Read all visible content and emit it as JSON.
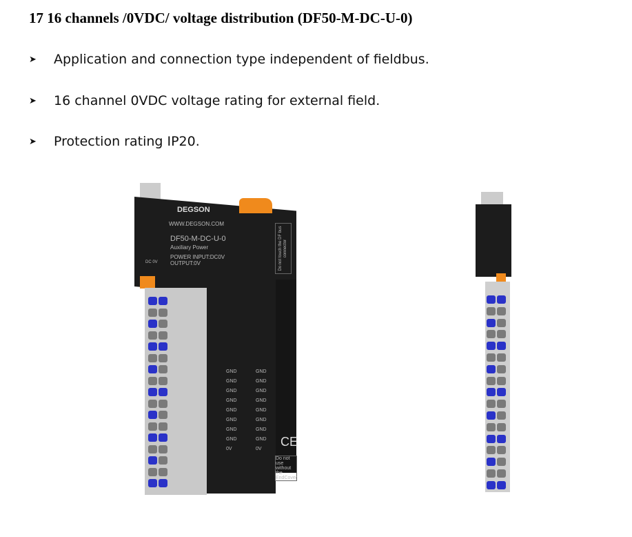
{
  "title": "17 16 channels /0VDC/ voltage distribution (DF50-M-DC-U-0)",
  "bullets": [
    "Application and connection type independent of fieldbus.",
    "16 channel 0VDC voltage rating for external field.",
    "Protection rating IP20."
  ],
  "bullet_icon": "arrowhead-bullet-icon",
  "product_image": {
    "brand": "DEGSON",
    "website": "WWW.DEGSON.COM",
    "model": "DF50-M-DC-U-0",
    "subtitle": "Auxiliary Power",
    "power_input": "POWER INPUT:DC0V",
    "output": "OUTPUT:0V",
    "led_label": "DC 0V",
    "warning": "Do not touch the DF bus connector",
    "pins_left": [
      "GND",
      "GND",
      "GND",
      "GND",
      "GND",
      "GND",
      "GND",
      "GND",
      "0V"
    ],
    "pins_right": [
      "GND",
      "GND",
      "GND",
      "GND",
      "GND",
      "GND",
      "GND",
      "GND",
      "0V"
    ],
    "ce": "CE",
    "endcover_note": "Do not use without the EndCover"
  },
  "colors": {
    "body": "#1c1c1c",
    "orange": "#f08a1c",
    "blue": "#2a32c8",
    "grey": "#c8c8c8"
  }
}
